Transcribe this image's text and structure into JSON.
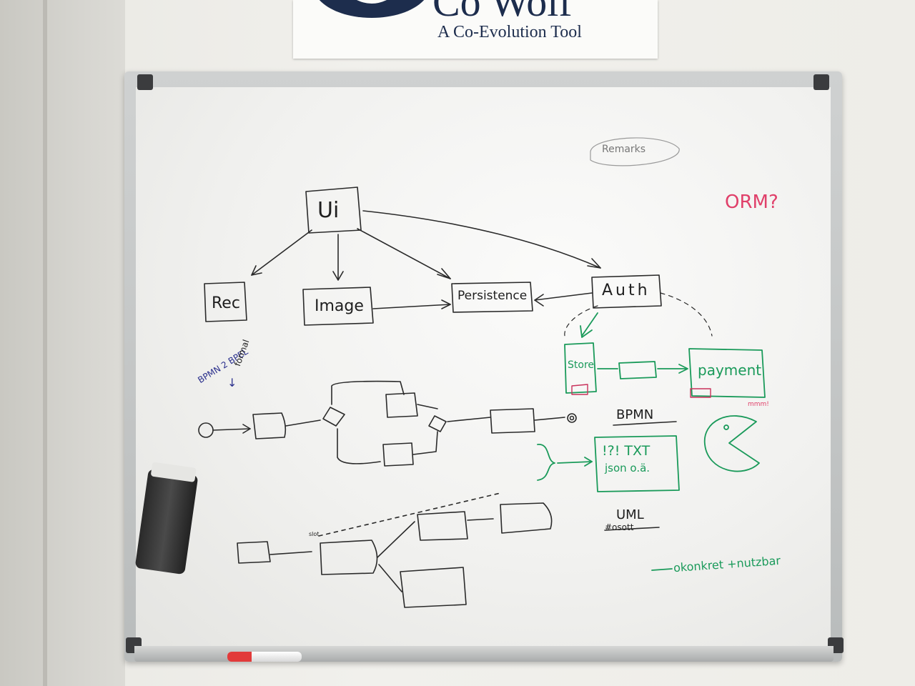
{
  "poster": {
    "logo_name": "co-wolf-logo",
    "title": "Co Wolf",
    "subtitle": "A Co-Evolution Tool",
    "color": "#1d2d4d"
  },
  "whiteboard": {
    "ink_colors": {
      "black": "#1e1e1e",
      "green": "#1a9a5a",
      "blue": "#2a2f8c",
      "red": "#e0406a"
    },
    "labels": {
      "ui": "Ui",
      "rec": "Rec",
      "image": "Image",
      "persistence": "Persistence",
      "auth": "Auth",
      "store": "Store",
      "payment": "payment",
      "bpmn": "BPMN",
      "txt": "!?! TXT",
      "json": "json o.ä.",
      "uml": "UML",
      "uml_note": "#osott",
      "okonkret": "okonkret +nutzbar",
      "orm": "ORM?",
      "bpmn2bpel": "BPMN 2 BPEL",
      "arrow_down": "↓",
      "formal": "formal",
      "remarks": "Remarks",
      "slot": "slot",
      "mmm": "mmm!"
    }
  }
}
